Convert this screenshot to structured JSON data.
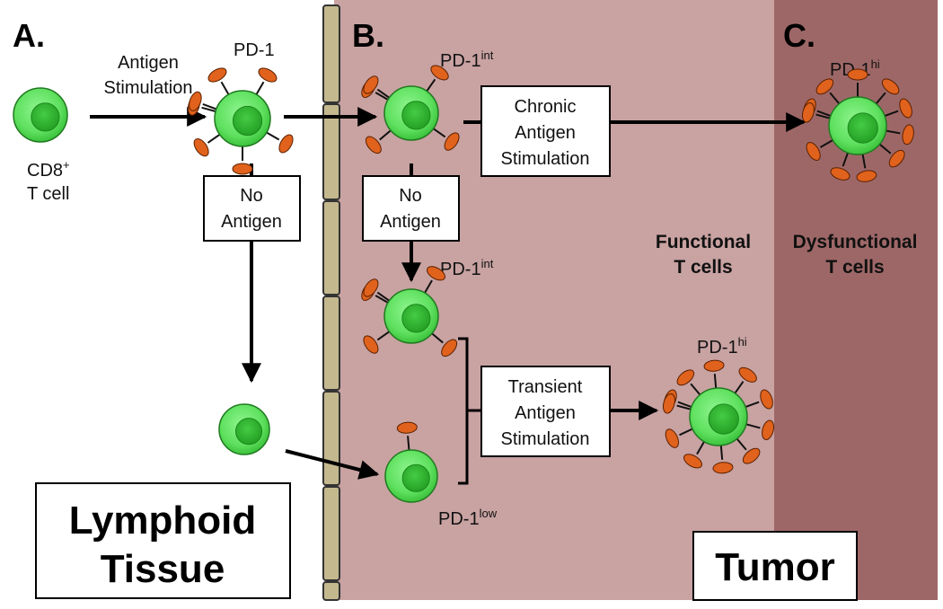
{
  "panels": {
    "a": "A.",
    "b": "B.",
    "c": "C."
  },
  "labels": {
    "antigen_stimulation_line1": "Antigen",
    "antigen_stimulation_line2": "Stimulation",
    "cd8_line1": "CD8",
    "cd8_sup": "+",
    "cd8_line2": "T cell",
    "pd1": "PD-1",
    "pd1_int_base": "PD-1",
    "pd1_int_sup": "int",
    "pd1_hi_base": "PD-1",
    "pd1_hi_sup": "hi",
    "pd1_low_base": "PD-1",
    "pd1_low_sup": "low",
    "functional_line1": "Functional",
    "functional_line2": "T cells",
    "dysfunctional_line1": "Dysfunctional",
    "dysfunctional_line2": "T cells"
  },
  "boxes": {
    "no_antigen_left": [
      "No",
      "Antigen"
    ],
    "no_antigen_mid": [
      "No",
      "Antigen"
    ],
    "chronic": [
      "Chronic",
      "Antigen",
      "Stimulation"
    ],
    "transient": [
      "Transient",
      "Antigen",
      "Stimulation"
    ],
    "lymphoid": [
      "Lymphoid",
      "Tissue"
    ],
    "tumor": "Tumor"
  },
  "colors": {
    "tumor_region": "#c9a2a2",
    "dysfunctional_region": "#9e6767",
    "vessel_wall": "#c4b88e",
    "cell_outer": "#5ee05e",
    "cell_nucleus": "#2fb52f",
    "receptor": "#e0621c"
  }
}
